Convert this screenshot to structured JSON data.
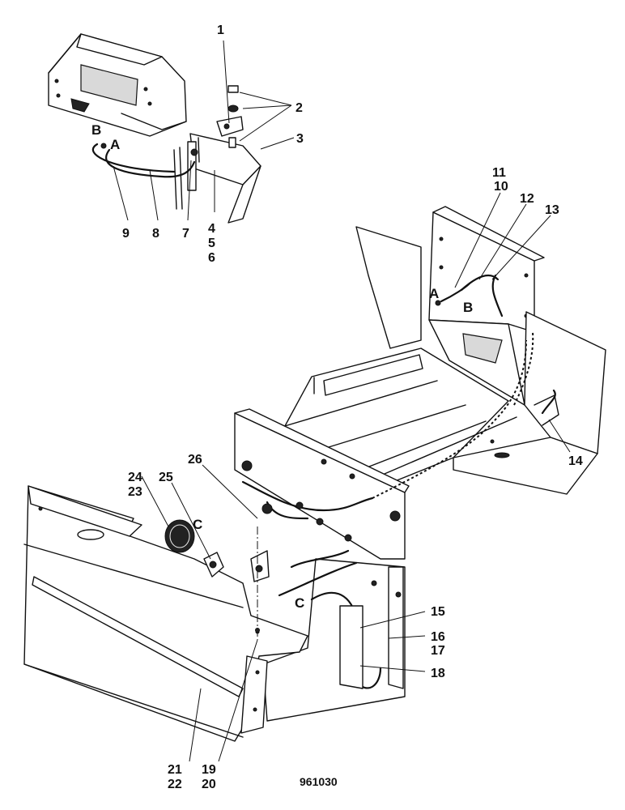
{
  "drawing_number": "961030",
  "callouts": {
    "c1": "1",
    "c2": "2",
    "c3": "3",
    "c4": "4",
    "c5": "5",
    "c6": "6",
    "c7": "7",
    "c8": "8",
    "c9": "9",
    "c10": "10",
    "c11": "11",
    "c12": "12",
    "c13": "13",
    "c14": "14",
    "c15": "15",
    "c16": "16",
    "c17": "17",
    "c18": "18",
    "c19": "19",
    "c20": "20",
    "c21": "21",
    "c22": "22",
    "c23": "23",
    "c24": "24",
    "c25": "25",
    "c26": "26"
  },
  "connector_labels": {
    "a_top": "A",
    "b_top": "B",
    "a_mid": "A",
    "b_mid": "B",
    "c_lamp": "C",
    "c_lower": "C"
  },
  "colors": {
    "ink": "#111111",
    "paper": "#ffffff",
    "shade": "#d9d9d9"
  }
}
